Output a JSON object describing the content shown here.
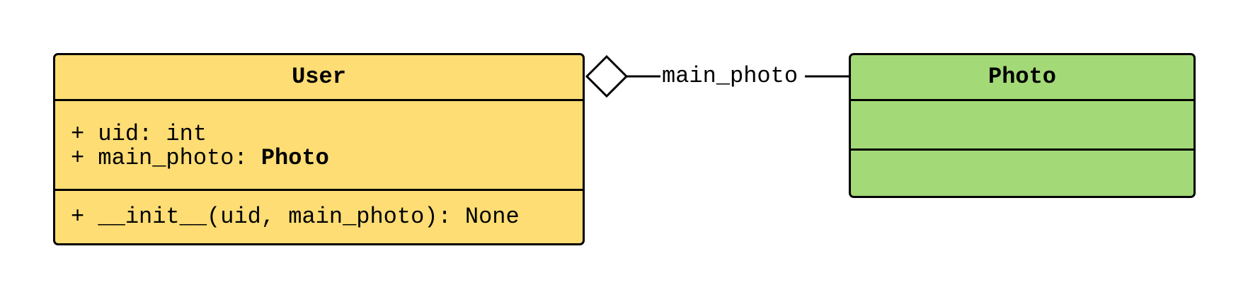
{
  "classes": {
    "user": {
      "name": "User",
      "fill": "#FDDD74",
      "attributes": [
        {
          "prefix": "+ uid: ",
          "type": "int"
        },
        {
          "prefix": "+ main_photo: ",
          "type": "Photo"
        }
      ],
      "methods": [
        "+ __init__(uid, main_photo): None"
      ]
    },
    "photo": {
      "name": "Photo",
      "fill": "#A3D977",
      "attributes": [],
      "methods": []
    }
  },
  "relation": {
    "type": "aggregation",
    "label": "main_photo",
    "from": "User",
    "to": "Photo"
  }
}
